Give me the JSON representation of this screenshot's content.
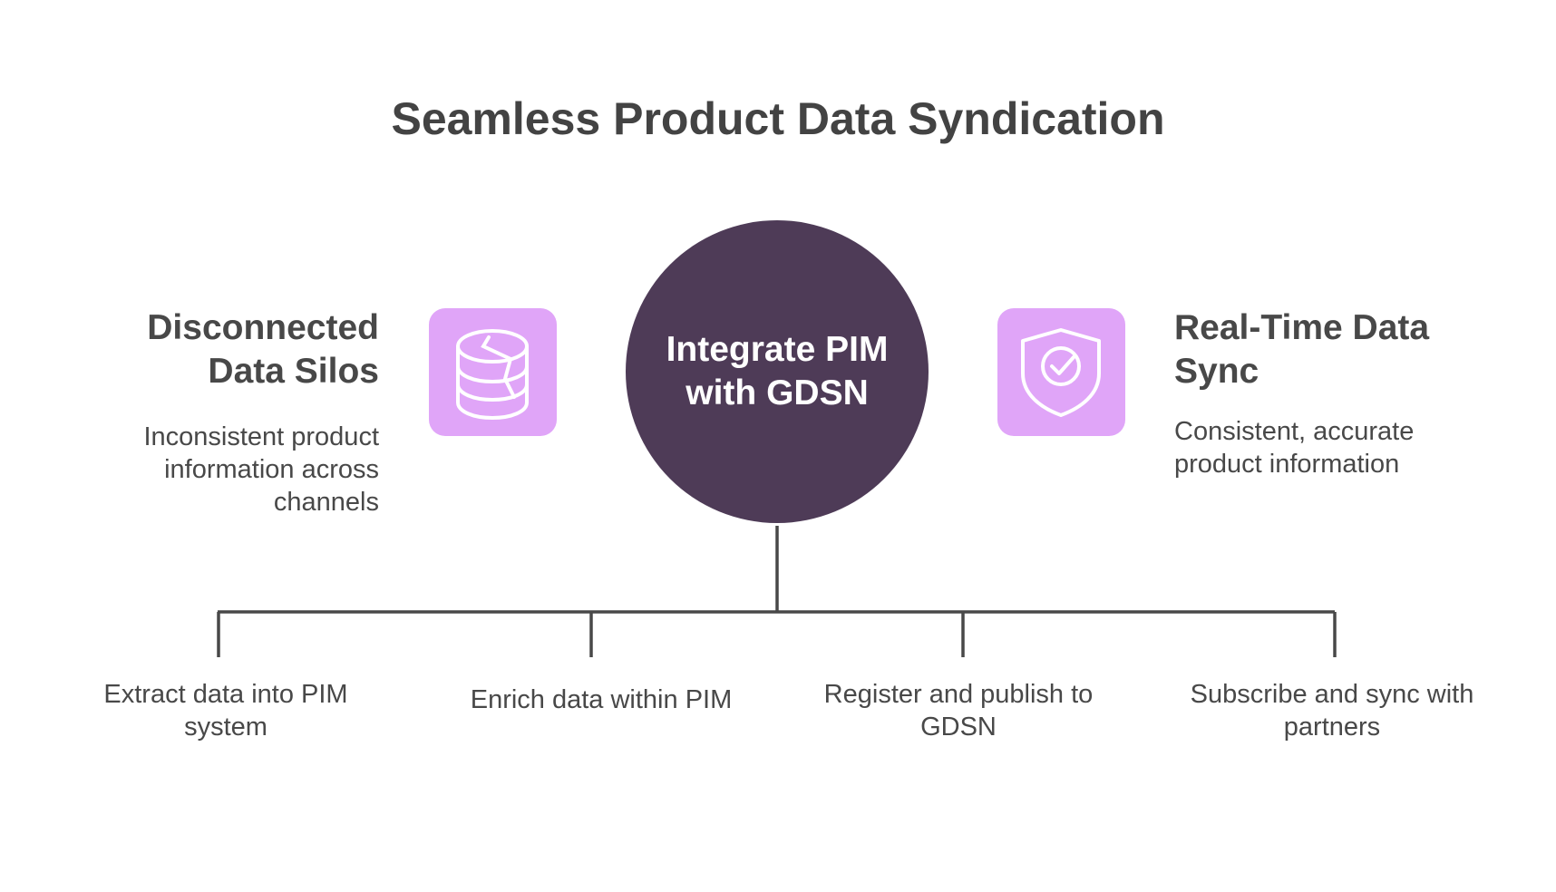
{
  "title": "Seamless Product Data Syndication",
  "center": {
    "label": "Integrate PIM with GDSN"
  },
  "left": {
    "icon": "database-cracked-icon",
    "heading": "Disconnected Data Silos",
    "description": "Inconsistent product information across channels"
  },
  "right": {
    "icon": "shield-check-icon",
    "heading": "Real-Time Data Sync",
    "description": "Consistent, accurate product information"
  },
  "steps": [
    {
      "label": "Extract data into PIM system"
    },
    {
      "label": "Enrich data within PIM"
    },
    {
      "label": "Register and publish to GDSN"
    },
    {
      "label": "Subscribe and sync with partners"
    }
  ],
  "colors": {
    "center": "#4e3b57",
    "icon_bg": "#e0a5f8",
    "text": "#484848"
  }
}
